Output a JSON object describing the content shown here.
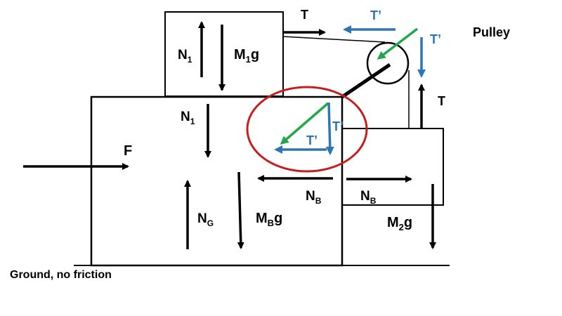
{
  "diagram": {
    "type": "free-body diagram",
    "colors": {
      "black": "#000000",
      "blue": "#2e75b6",
      "green": "#22a84a",
      "red": "#c41e1e"
    },
    "labels": {
      "pulley": "Pulley",
      "ground": "Ground, no friction",
      "F": "F",
      "T_top": "T",
      "T_right": "T",
      "Tp_top": "T’",
      "Tp_pulley": "T’",
      "Tp_vert": "T’",
      "Tp_horiz": "T’",
      "N1_top_main": "N",
      "N1_top_sub": "1",
      "M1g_main": "M",
      "M1g_sub": "1",
      "M1g_suffix": "g",
      "N1_block_main": "N",
      "N1_block_sub": "1",
      "NG_main": "N",
      "NG_sub": "G",
      "MBg_main": "M",
      "MBg_sub": "B",
      "MBg_suffix": "g",
      "NB_left_main": "N",
      "NB_left_sub": "B",
      "NB_right_main": "N",
      "NB_right_sub": "B",
      "M2g_main": "M",
      "M2g_sub": "2",
      "M2g_suffix": "g"
    }
  }
}
